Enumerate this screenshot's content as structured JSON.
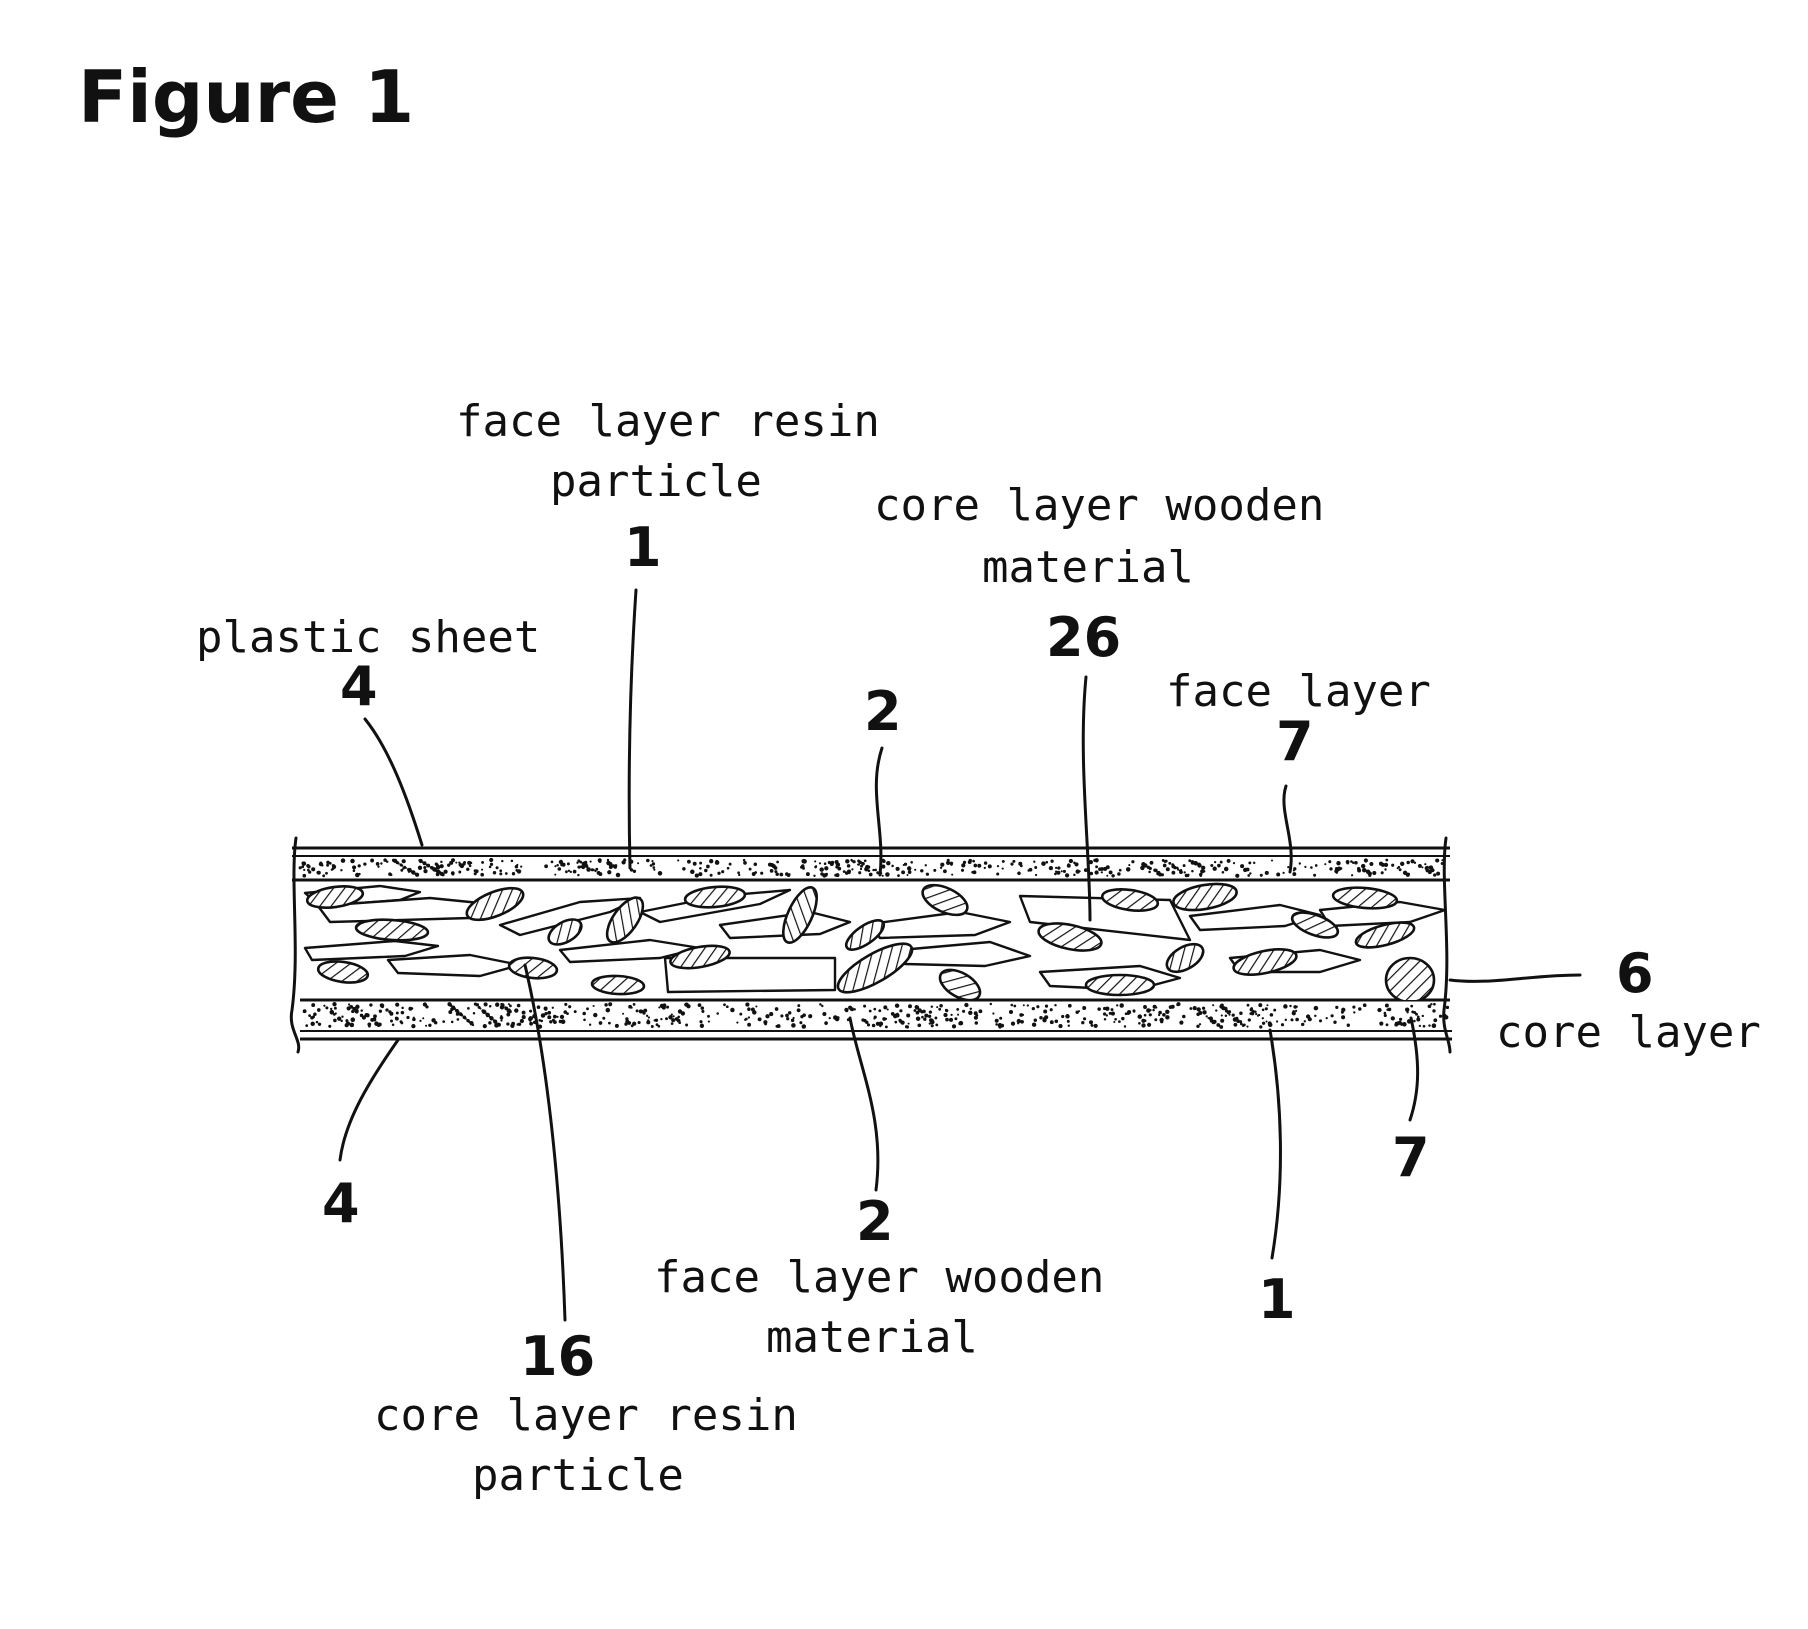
{
  "figure": {
    "title": "Figure 1"
  },
  "labels": {
    "face_layer_resin_particle": [
      "face layer resin",
      "particle"
    ],
    "core_layer_wooden_material": [
      "core layer wooden",
      "material"
    ],
    "plastic_sheet": "plastic sheet",
    "face_layer": "face layer",
    "core_layer": "core layer",
    "face_layer_wooden_material": [
      "face layer wooden",
      "material"
    ],
    "core_layer_resin_particle": [
      "core layer resin",
      "particle"
    ]
  },
  "reference_numerals": {
    "face_layer_resin_particle": "1",
    "face_layer_wooden_material": "2",
    "plastic_sheet": "4",
    "core_layer": "6",
    "face_layer": "7",
    "core_layer_resin_particle": "16",
    "core_layer_wooden_material": "26"
  }
}
